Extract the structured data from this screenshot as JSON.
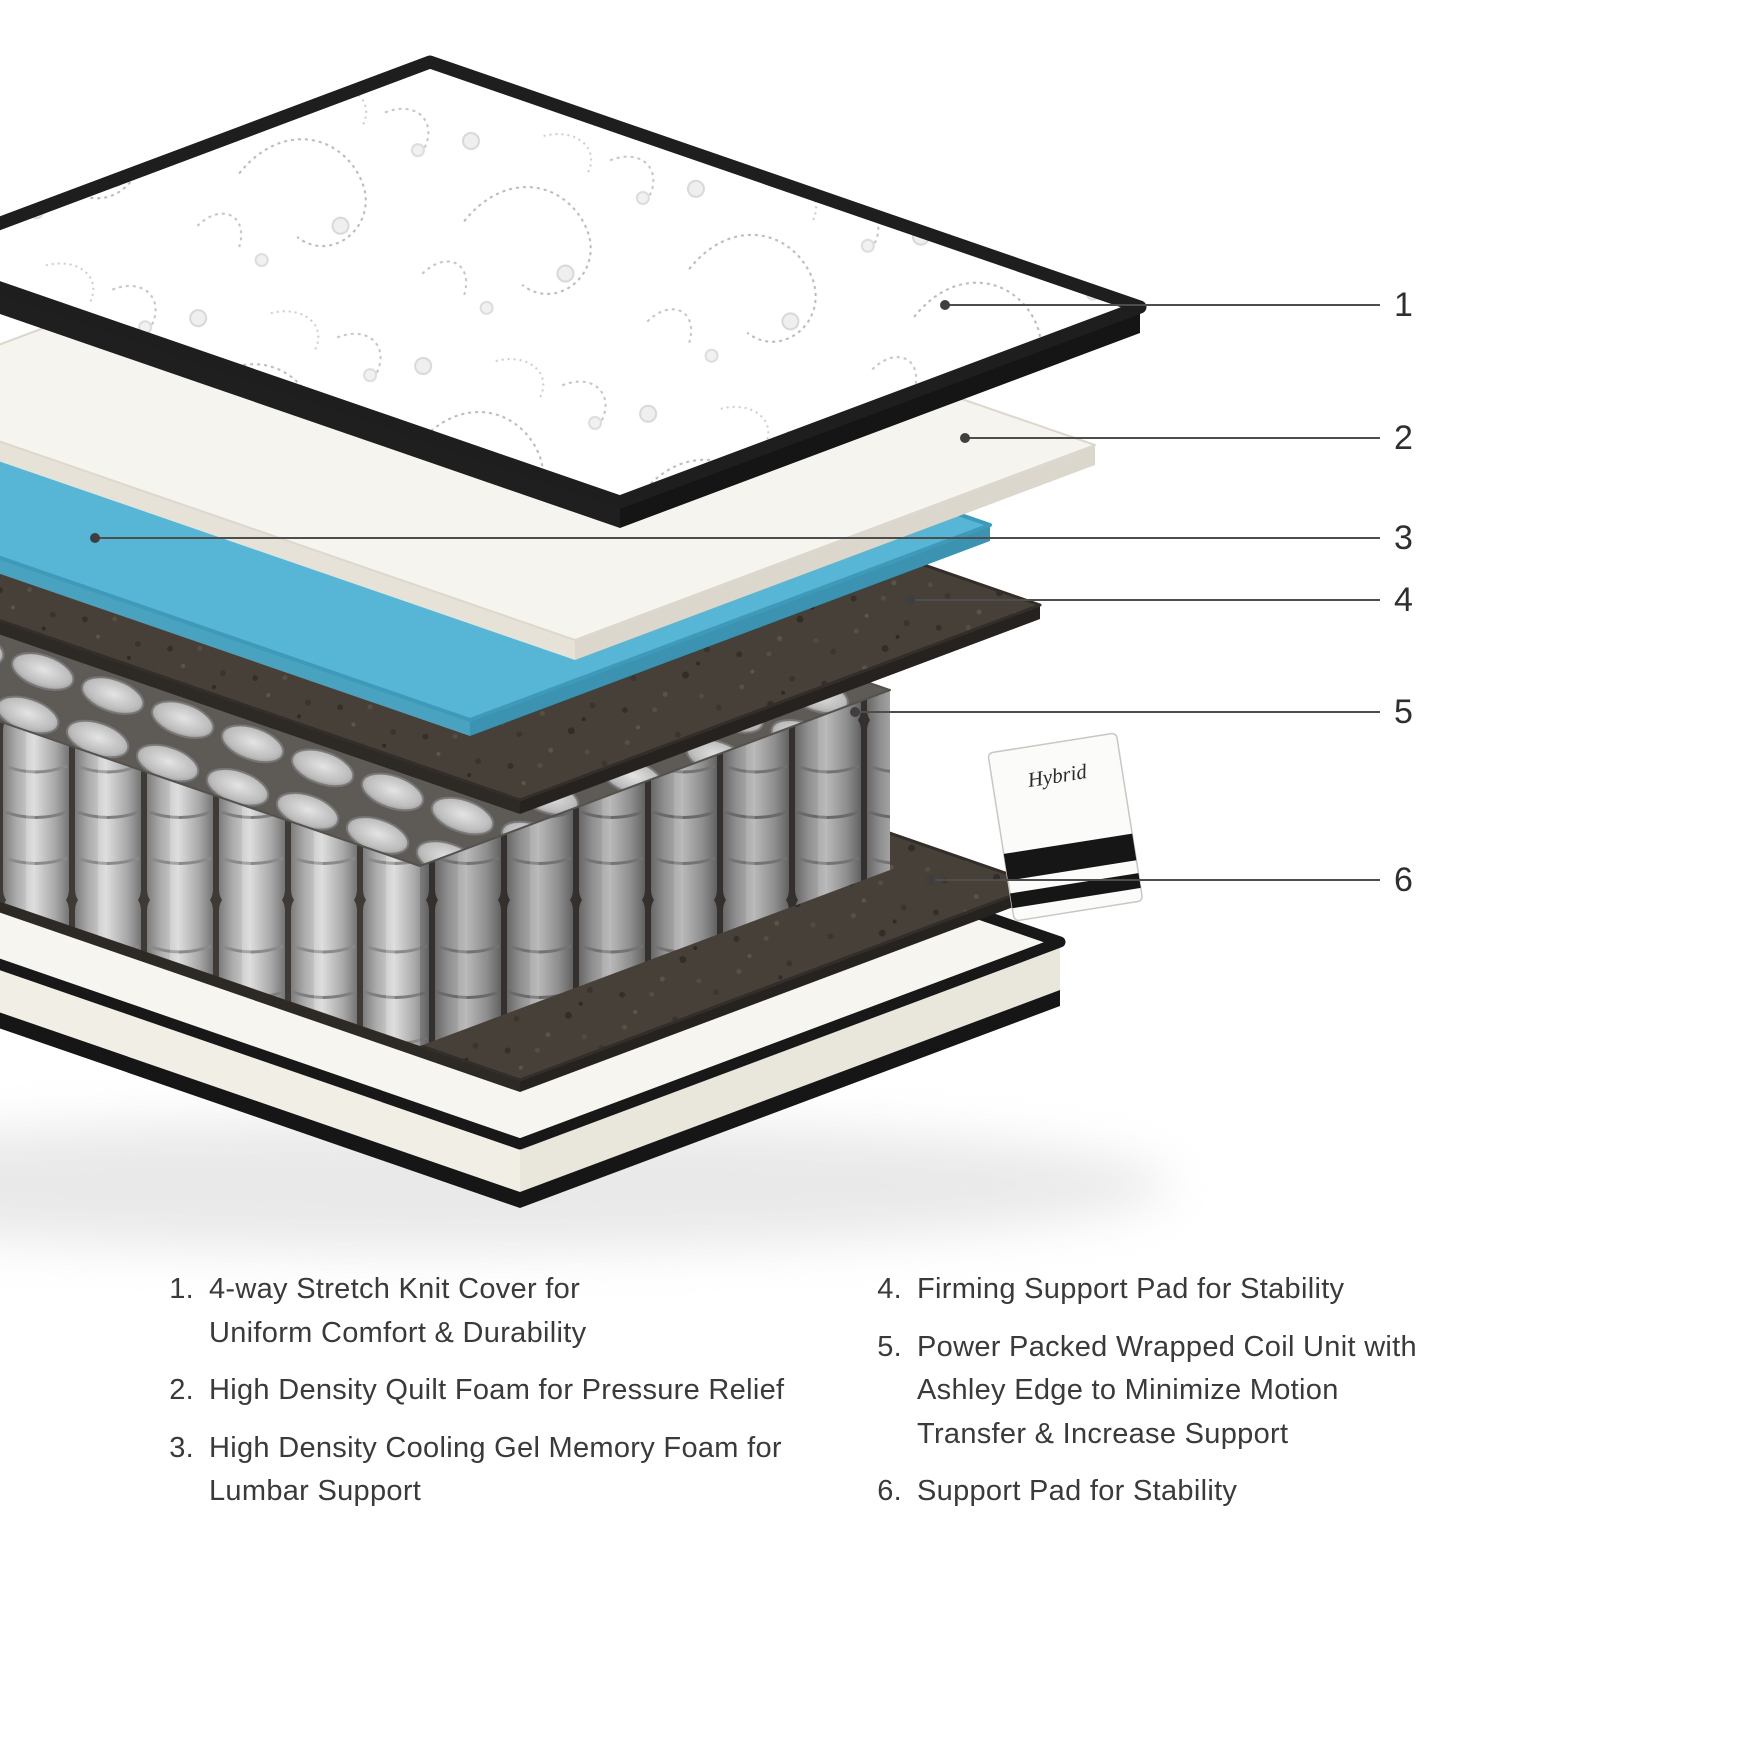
{
  "callouts": [
    "1",
    "2",
    "3",
    "4",
    "5",
    "6"
  ],
  "tag": {
    "label": "Hybrid"
  },
  "legend": {
    "left_items": [
      {
        "num": "1.",
        "lines": [
          "4-way Stretch Knit Cover for",
          "Uniform Comfort & Durability"
        ]
      },
      {
        "num": "2.",
        "lines": [
          "High Density Quilt Foam for Pressure Relief"
        ]
      },
      {
        "num": "3.",
        "lines": [
          "High Density Cooling Gel Memory Foam for",
          "Lumbar Support"
        ]
      }
    ],
    "right_items": [
      {
        "num": "4.",
        "lines": [
          "Firming Support Pad for Stability"
        ]
      },
      {
        "num": "5.",
        "lines": [
          "Power Packed Wrapped Coil Unit with",
          "Ashley Edge to Minimize Motion",
          "Transfer & Increase Support"
        ]
      },
      {
        "num": "6.",
        "lines": [
          "Support Pad for Stability"
        ]
      }
    ]
  },
  "colors": {
    "background": "#ffffff",
    "gel_blue": "#57b6d5",
    "support_pad_brown": "#45403a",
    "coil_gray": "#bdbdbd",
    "edge_trim_black": "#1b1b1b",
    "text": "#3a3a3a"
  }
}
